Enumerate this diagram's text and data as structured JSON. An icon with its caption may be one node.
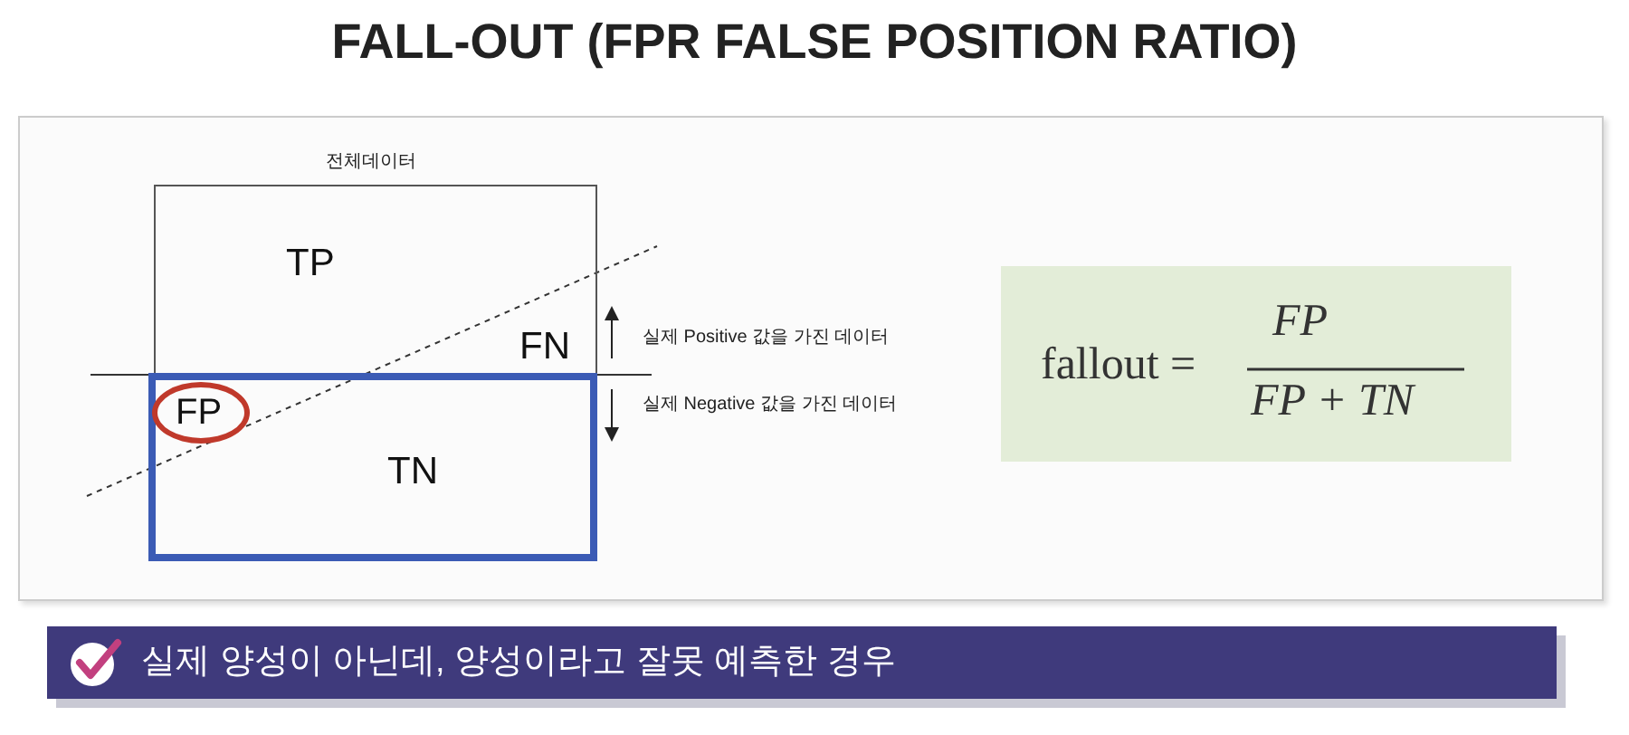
{
  "diagram": {
    "title": "FALL-OUT (FPR FALSE POSITION RATIO)",
    "nodes": [
      {
        "text": [
          "전체데이터",
          "TP",
          "FN"
        ]
      },
      {
        "text": [
          "TN"
        ]
      },
      {
        "text": [
          "FP"
        ],
        "in": 1
      },
      {
        "text": [
          "fallout =",
          "FP",
          "FP + TN"
        ]
      },
      {
        "text": [
          "실제 양성이 아닌데, 양성이라고 잘못 예측한 경우"
        ]
      }
    ],
    "edges": [],
    "labels": [
      "실제 Positive 값을 가진 데이터",
      "실제 Negative 값을 가진 데이터"
    ]
  }
}
